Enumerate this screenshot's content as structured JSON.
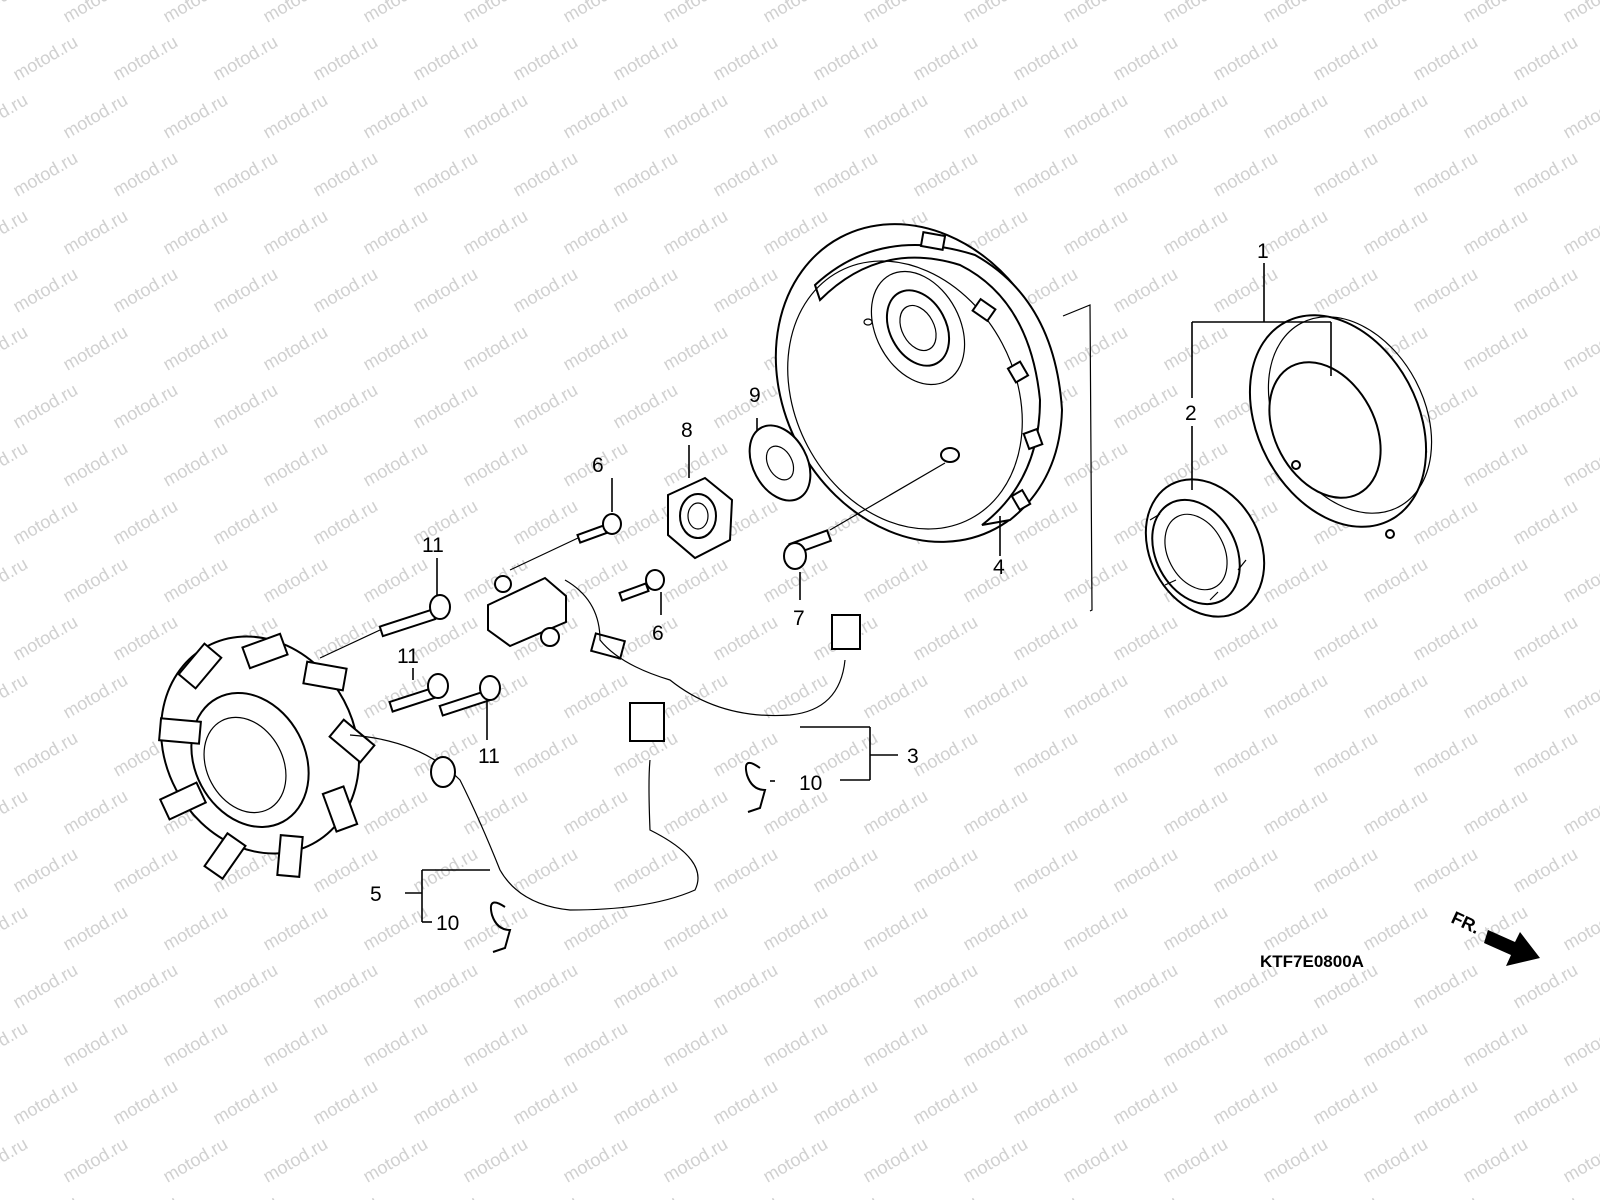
{
  "diagram": {
    "code": "KTF7E0800A",
    "watermark": "motod.ru",
    "front_label": "FR.",
    "callouts": {
      "c1": "1",
      "c2": "2",
      "c3": "3",
      "c4": "4",
      "c5": "5",
      "c6a": "6",
      "c6b": "6",
      "c7": "7",
      "c8": "8",
      "c9": "9",
      "c10a": "10",
      "c10b": "10",
      "c11a": "11",
      "c11b": "11",
      "c11c": "11"
    }
  },
  "colors": {
    "line": "#000000",
    "watermark": "#d0d0d0",
    "background": "#ffffff"
  },
  "icons": {
    "front_arrow": "arrow-right-down-icon"
  }
}
